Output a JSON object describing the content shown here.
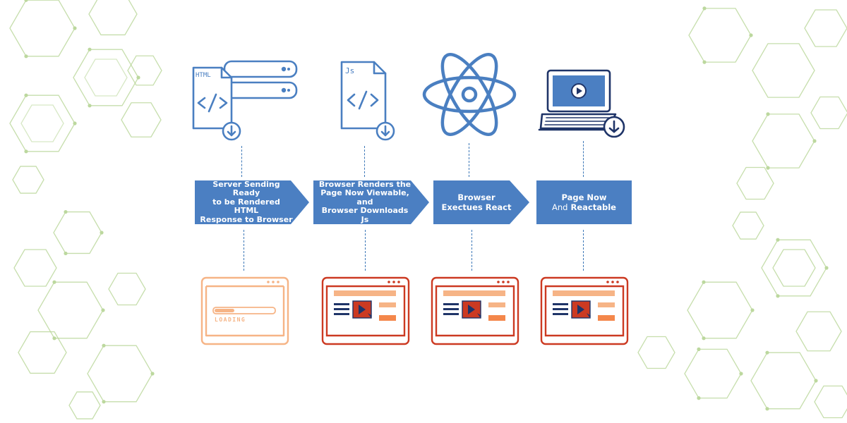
{
  "colors": {
    "blue": "#4a7fc1",
    "dark_navy": "#1f3468",
    "orange": "#f4874b",
    "light_orange": "#f6b486",
    "red": "#cc3a22",
    "hex_green": "#bcd89e",
    "box_blue": "#4b7fc2"
  },
  "steps": [
    {
      "id": "server",
      "icon": "html-file-server-icon",
      "icon_text": "HTML",
      "lines": [
        "Server Sending Ready",
        "to be Rendered HTML",
        "Response to Browser"
      ],
      "shape": "arrow",
      "browser_state": "loading",
      "browser_text": "LOADING"
    },
    {
      "id": "render",
      "icon": "js-file-icon",
      "icon_text": "Js",
      "lines": [
        "Browser Renders the",
        "Page Now Viewable, and",
        "Browser Downloads Js"
      ],
      "shape": "arrow",
      "browser_state": "viewable"
    },
    {
      "id": "react",
      "icon": "react-atom-icon",
      "lines": [
        "Browser",
        "Exectues React"
      ],
      "shape": "arrow",
      "browser_state": "viewable"
    },
    {
      "id": "reactable",
      "icon": "laptop-download-icon",
      "line_plain": "Page Now",
      "line_prefix": "And",
      "line_bold": "Reactable",
      "shape": "box",
      "browser_state": "viewable"
    }
  ]
}
